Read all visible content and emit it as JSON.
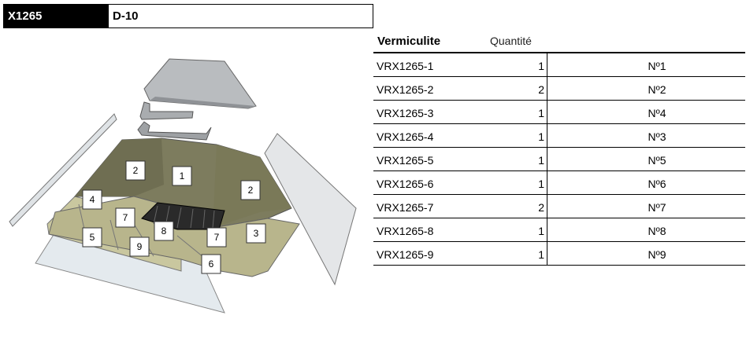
{
  "header": {
    "code": "X1265",
    "model": "D-10"
  },
  "table": {
    "col_ref": "Vermiculite",
    "col_qty": "Quantité",
    "rows": [
      {
        "ref": "VRX1265-1",
        "qty": "1",
        "num": "Nº1"
      },
      {
        "ref": "VRX1265-2",
        "qty": "2",
        "num": "Nº2"
      },
      {
        "ref": "VRX1265-3",
        "qty": "1",
        "num": "Nº4"
      },
      {
        "ref": "VRX1265-4",
        "qty": "1",
        "num": "Nº3"
      },
      {
        "ref": "VRX1265-5",
        "qty": "1",
        "num": "Nº5"
      },
      {
        "ref": "VRX1265-6",
        "qty": "1",
        "num": "Nº6"
      },
      {
        "ref": "VRX1265-7",
        "qty": "2",
        "num": "Nº7"
      },
      {
        "ref": "VRX1265-8",
        "qty": "1",
        "num": "Nº8"
      },
      {
        "ref": "VRX1265-9",
        "qty": "1",
        "num": "Nº9"
      }
    ]
  },
  "diagram_labels": {
    "p1": "1",
    "p2a": "2",
    "p2b": "2",
    "p3": "3",
    "p4": "4",
    "p5": "5",
    "p6": "6",
    "p7a": "7",
    "p7b": "7",
    "p8": "8",
    "p9": "9"
  }
}
